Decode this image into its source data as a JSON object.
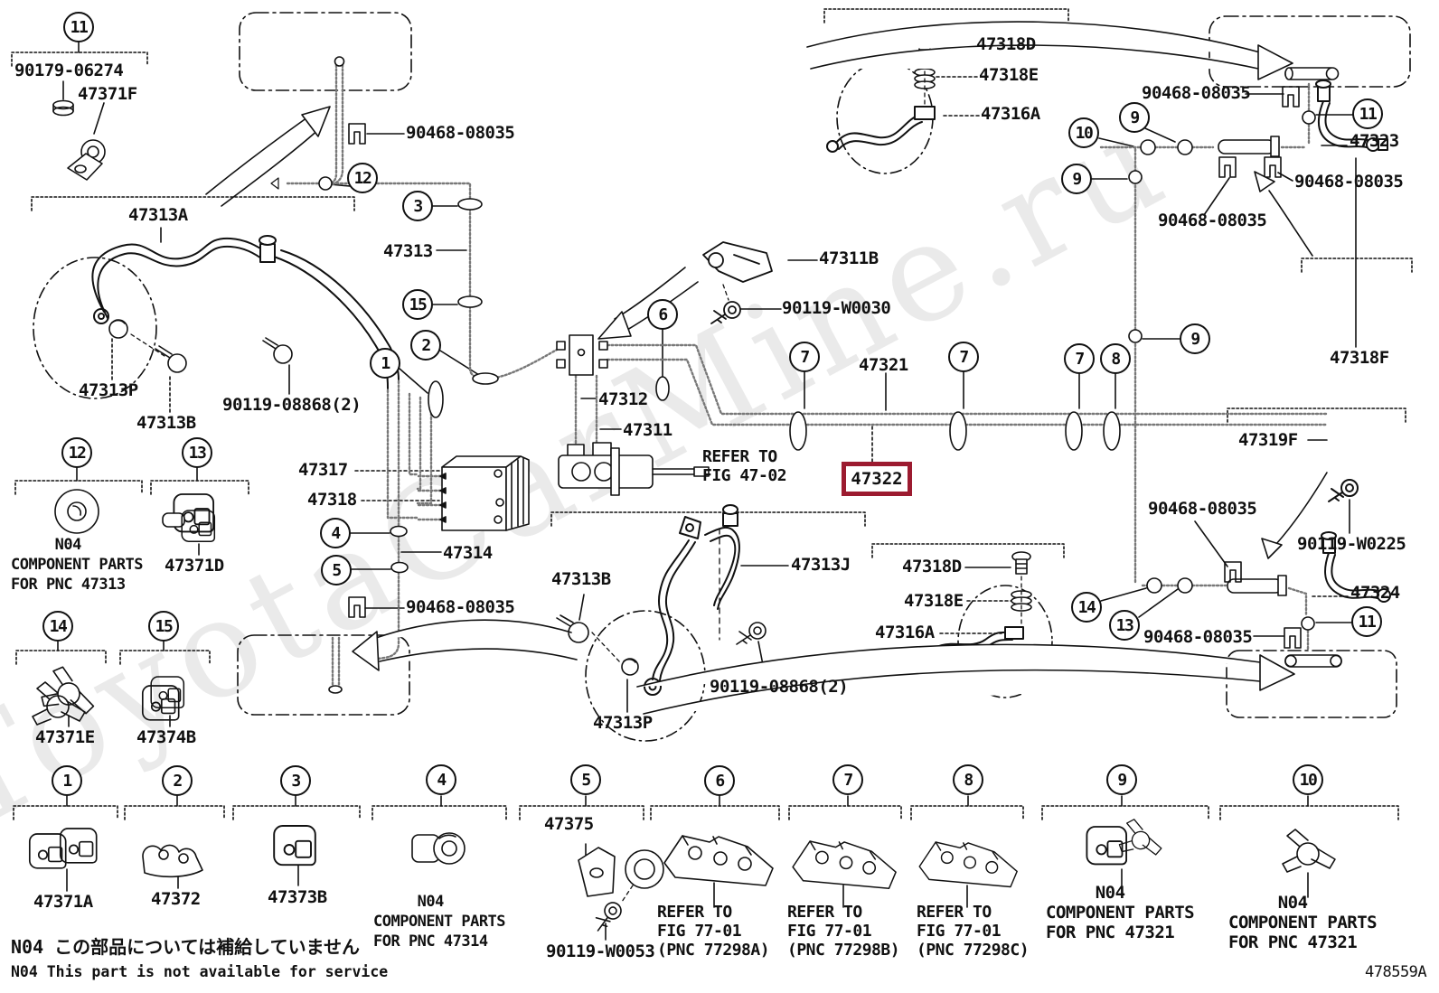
{
  "meta": {
    "figure_code": "478559A",
    "accent_red": "#9c1b30",
    "line_color": "#111111"
  },
  "watermark": {
    "text": "ToyotaCarMine.ru"
  },
  "highlight": {
    "part": "47322"
  },
  "notes": {
    "jp": "N04 この部品については補給していません",
    "en": "N04 This part is not available for service"
  },
  "callouts": [
    "11",
    "12",
    "3",
    "15",
    "2",
    "1",
    "6",
    "7",
    "7",
    "7",
    "8",
    "9",
    "10",
    "9",
    "11",
    "9",
    "12",
    "13",
    "4",
    "5",
    "14",
    "15",
    "14",
    "13",
    "11",
    "1",
    "2",
    "3",
    "4",
    "5",
    "6",
    "7",
    "8",
    "9",
    "10"
  ],
  "labels": [
    {
      "id": "90179-06274",
      "text": "90179-06274"
    },
    {
      "id": "47371F",
      "text": "47371F"
    },
    {
      "id": "47313A",
      "text": "47313A"
    },
    {
      "id": "90468-08035-top",
      "text": "90468-08035"
    },
    {
      "id": "47313",
      "text": "47313"
    },
    {
      "id": "47312",
      "text": "47312"
    },
    {
      "id": "47311",
      "text": "47311"
    },
    {
      "id": "47317",
      "text": "47317"
    },
    {
      "id": "47318",
      "text": "47318"
    },
    {
      "id": "47314",
      "text": "47314"
    },
    {
      "id": "90468-08035-mid",
      "text": "90468-08035"
    },
    {
      "id": "47313P-left",
      "text": "47313P"
    },
    {
      "id": "47313B-left",
      "text": "47313B"
    },
    {
      "id": "90119-08868-left",
      "text": "90119-08868(2)"
    },
    {
      "id": "47311B",
      "text": "47311B"
    },
    {
      "id": "90119-W0030",
      "text": "90119-W0030"
    },
    {
      "id": "47321",
      "text": "47321"
    },
    {
      "id": "refer-47-02",
      "text": "REFER TO\nFIG 47-02"
    },
    {
      "id": "47313B-mid",
      "text": "47313B"
    },
    {
      "id": "47313J",
      "text": "47313J"
    },
    {
      "id": "90119-08868-mid",
      "text": "90119-08868(2)"
    },
    {
      "id": "47313P-mid",
      "text": "47313P"
    },
    {
      "id": "47318D-top",
      "text": "47318D"
    },
    {
      "id": "47318E-top",
      "text": "47318E"
    },
    {
      "id": "47316A-top",
      "text": "47316A"
    },
    {
      "id": "90468-08035-tr1",
      "text": "90468-08035"
    },
    {
      "id": "47323",
      "text": "47323"
    },
    {
      "id": "90468-08035-tr2",
      "text": "90468-08035"
    },
    {
      "id": "90468-08035-tr3",
      "text": "90468-08035"
    },
    {
      "id": "47318F",
      "text": "47318F"
    },
    {
      "id": "47319F",
      "text": "47319F"
    },
    {
      "id": "90119-W0225",
      "text": "90119-W0225"
    },
    {
      "id": "90468-08035-r1",
      "text": "90468-08035"
    },
    {
      "id": "47324",
      "text": "47324"
    },
    {
      "id": "90468-08035-r2",
      "text": "90468-08035"
    },
    {
      "id": "47318D-low",
      "text": "47318D"
    },
    {
      "id": "47318E-low",
      "text": "47318E"
    },
    {
      "id": "47316A-low",
      "text": "47316A"
    },
    {
      "id": "n04-47313",
      "text": "     N04\nCOMPONENT PARTS\nFOR PNC 47313"
    },
    {
      "id": "47371D",
      "text": "47371D"
    },
    {
      "id": "47371E",
      "text": "47371E"
    },
    {
      "id": "47374B",
      "text": "47374B"
    },
    {
      "id": "47371A",
      "text": "47371A"
    },
    {
      "id": "47372",
      "text": "47372"
    },
    {
      "id": "47373B",
      "text": "47373B"
    },
    {
      "id": "n04-47314",
      "text": "     N04\nCOMPONENT PARTS\nFOR PNC 47314"
    },
    {
      "id": "47375",
      "text": "47375"
    },
    {
      "id": "90119-W0053",
      "text": "90119-W0053"
    },
    {
      "id": "refer-77-01a",
      "text": "REFER TO\nFIG 77-01\n(PNC 77298A)"
    },
    {
      "id": "refer-77-01b",
      "text": "REFER TO\nFIG 77-01\n(PNC 77298B)"
    },
    {
      "id": "refer-77-01c",
      "text": "REFER TO\nFIG 77-01\n(PNC 77298C)"
    },
    {
      "id": "n04-47321-1",
      "text": "     N04\nCOMPONENT PARTS\nFOR PNC 47321"
    },
    {
      "id": "n04-47321-2",
      "text": "     N04\nCOMPONENT PARTS\nFOR PNC 47321"
    }
  ]
}
